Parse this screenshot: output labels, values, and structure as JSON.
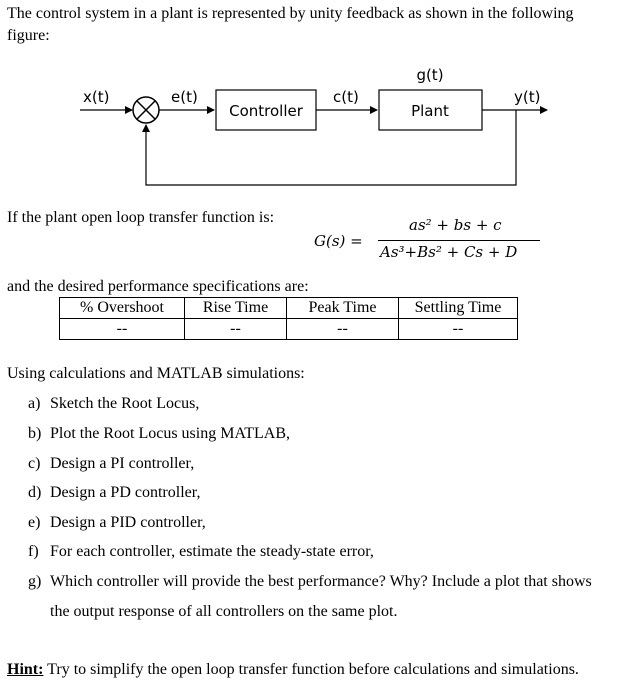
{
  "intro": {
    "line1": "The control system in a plant is represented by unity feedback as shown in the following",
    "line2": "figure:"
  },
  "diagram": {
    "input_label": "x(t)",
    "error_label": "e(t)",
    "controller_label": "Controller",
    "control_label": "c(t)",
    "plant_top_label": "g(t)",
    "plant_label": "Plant",
    "output_label": "y(t)"
  },
  "transfer": {
    "lead_text": "If the plant open loop transfer function is:",
    "lhs": "G(s) =",
    "numerator": "as² + bs + c",
    "denominator": "As³+Bs² + Cs + D"
  },
  "specs": {
    "lead_text": "and the desired performance specifications are:",
    "headers": [
      "% Overshoot",
      "Rise Time",
      "Peak Time",
      "Settling Time"
    ],
    "values": [
      "--",
      "--",
      "--",
      "--"
    ]
  },
  "tasks": {
    "lead_text": "Using calculations and MATLAB simulations:",
    "items": [
      {
        "letter": "a)",
        "text": "Sketch the Root Locus,"
      },
      {
        "letter": "b)",
        "text": "Plot the Root Locus using MATLAB,"
      },
      {
        "letter": "c)",
        "text": "Design a PI controller,"
      },
      {
        "letter": "d)",
        "text": "Design a PD controller,"
      },
      {
        "letter": "e)",
        "text": "Design a PID controller,"
      },
      {
        "letter": "f)",
        "text": "For each controller, estimate the steady-state error,"
      },
      {
        "letter": "g)",
        "text": "Which controller will provide the best performance? Why? Include a plot that shows"
      }
    ],
    "continuation": "the output response of all controllers on the same plot."
  },
  "hint": {
    "label": "Hint:",
    "text": " Try to simplify the open loop transfer function before calculations and simulations."
  }
}
